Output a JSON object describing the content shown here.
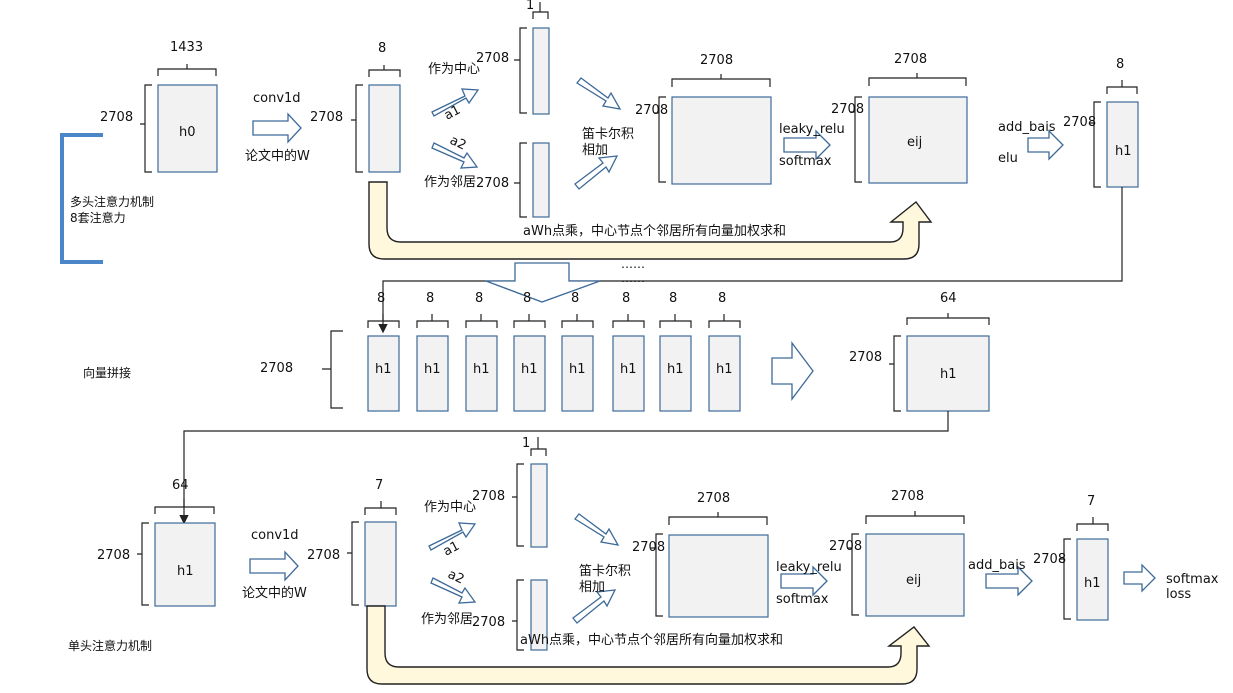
{
  "dims": {
    "d1433": "1433",
    "d2708": "2708",
    "d8": "8",
    "d1": "1",
    "d64": "64",
    "d7": "7"
  },
  "matrices": {
    "h0": "h0",
    "h1": "h1",
    "eij": "eij"
  },
  "labels": {
    "conv1d": "conv1d",
    "paper_w": "论文中的W",
    "as_center": "作为中心",
    "as_neighbor": "作为邻居",
    "a1": "a1",
    "a2": "a2",
    "cartesian_1": "笛卡尔积",
    "cartesian_2": "相加",
    "leaky_relu": "leaky_relu",
    "softmax": "softmax",
    "add_bais": "add_bais",
    "elu": "elu",
    "awh": "aWh点乘，中心节点个邻居所有向量加权求和",
    "ellipsis": "……",
    "multi_head_1": "多头注意力机制",
    "multi_head_2": "8套注意力",
    "concat": "向量拼接",
    "single_head": "单头注意力机制",
    "softmax_out": "softmax",
    "loss": "loss"
  },
  "colors": {
    "box_fill": "#f2f2f2",
    "box_stroke": "#3d6a99",
    "bracket_blue": "#4a86c8",
    "yellow_arrow": "#fff8dc"
  }
}
